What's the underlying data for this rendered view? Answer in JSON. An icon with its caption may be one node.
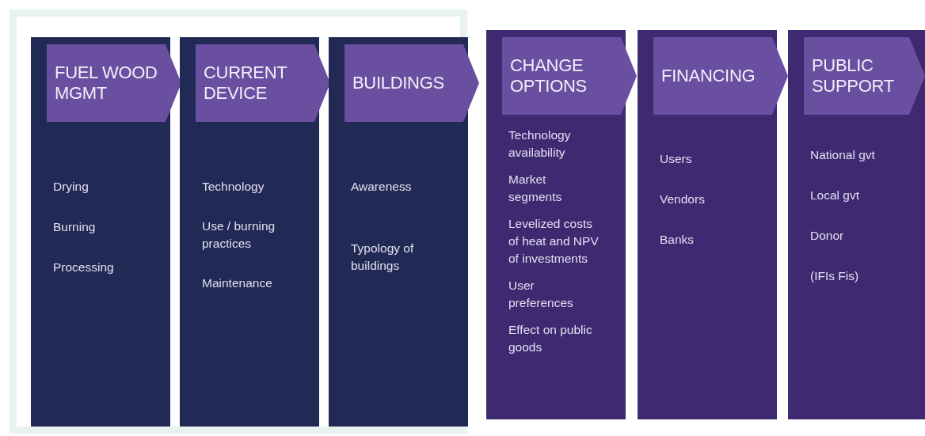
{
  "diagram": {
    "nodes": [
      {
        "text": [],
        "shape": "box"
      },
      {
        "text": [
          "Drying",
          "Burning",
          "Processing"
        ],
        "in": 0
      },
      {
        "text": [
          "FUEL WOOD MGMT"
        ],
        "in": 1
      },
      {
        "text": [
          "Technology",
          "Use / burning practices",
          "Maintenance"
        ],
        "in": 0
      },
      {
        "text": [
          "CURRENT DEVICE"
        ],
        "in": 3
      },
      {
        "text": [
          "Awareness",
          "Typology of buildings"
        ],
        "in": 0
      },
      {
        "text": [
          "BUILDINGS"
        ],
        "in": 5
      },
      {
        "text": [
          "Technology availability",
          "Market segments",
          "Levelized costs of heat and NPV of investments",
          "User preferences",
          "Effect on public goods"
        ]
      },
      {
        "text": [
          "CHANGE OPTIONS"
        ],
        "in": 7
      },
      {
        "text": [
          "Users",
          "Vendors",
          "Banks"
        ]
      },
      {
        "text": [
          "FINANCING"
        ],
        "in": 9
      },
      {
        "text": [
          "National gvt",
          "Local gvt",
          "Donor",
          "(IFIs Fis)"
        ]
      },
      {
        "text": [
          "PUBLIC SUPPORT"
        ],
        "in": 11
      }
    ]
  }
}
